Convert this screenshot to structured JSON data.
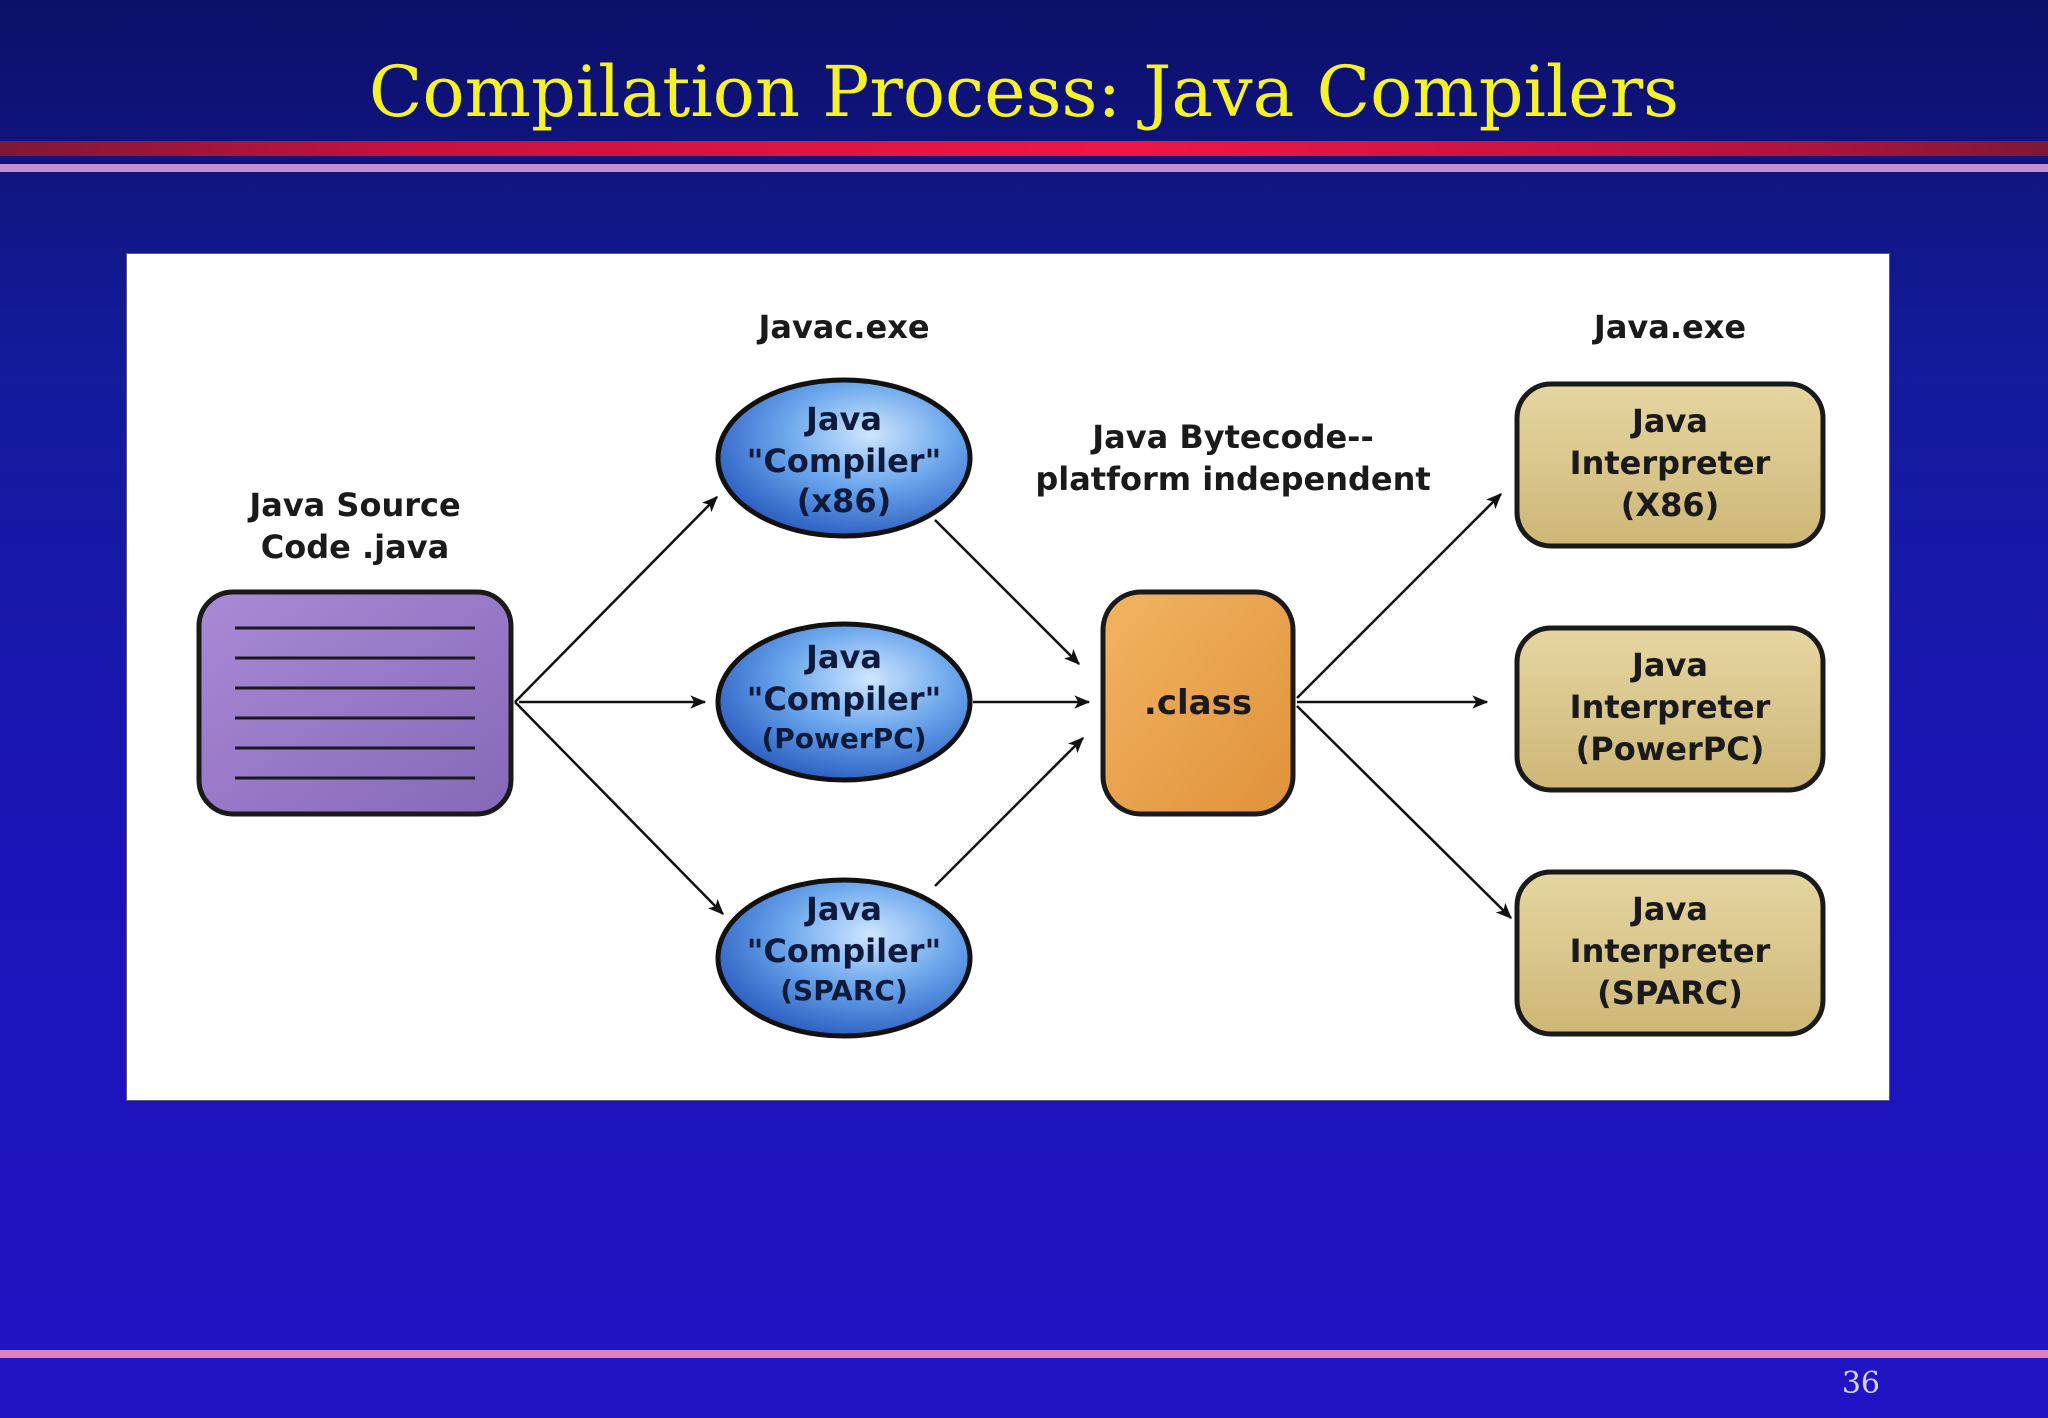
{
  "slide": {
    "title": "Compilation Process: Java Compilers",
    "page_number": "36"
  },
  "diagram": {
    "source": {
      "label_line1": "Java Source",
      "label_line2": "Code .java"
    },
    "compiler_group_label": "Javac.exe",
    "compilers": [
      {
        "line1": "Java",
        "line2": "\"Compiler\"",
        "line3": "(x86)"
      },
      {
        "line1": "Java",
        "line2": "\"Compiler\"",
        "line3": "(PowerPC)"
      },
      {
        "line1": "Java",
        "line2": "\"Compiler\"",
        "line3": "(SPARC)"
      }
    ],
    "bytecode": {
      "label_line1": "Java Bytecode--",
      "label_line2": "platform independent",
      "box_text": ".class"
    },
    "interpreter_group_label": "Java.exe",
    "interpreters": [
      {
        "line1": "Java",
        "line2": "Interpreter",
        "line3": "(X86)"
      },
      {
        "line1": "Java",
        "line2": "Interpreter",
        "line3": "(PowerPC)"
      },
      {
        "line1": "Java",
        "line2": "Interpreter",
        "line3": "(SPARC)"
      }
    ],
    "colors": {
      "source_fill": "#9a7cc8",
      "compiler_fill": "#6aa6ec",
      "class_fill": "#eda24a",
      "interpreter_fill": "#d9c58c",
      "title": "#f6f22a"
    }
  }
}
